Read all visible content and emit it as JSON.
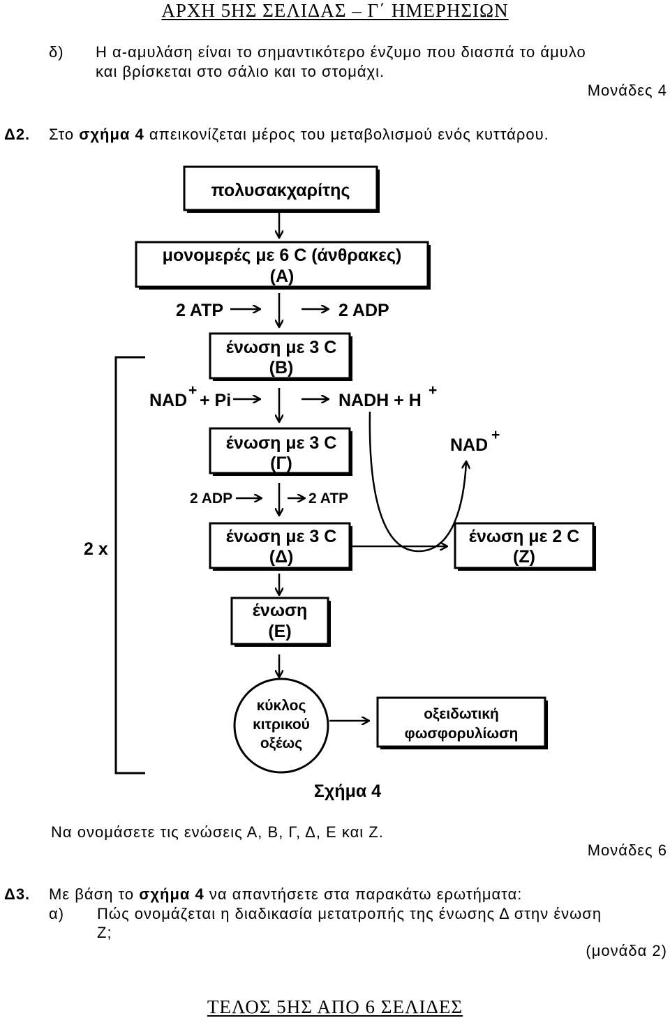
{
  "header": "ΑΡΧΗ 5ΗΣ ΣΕΛΙΔΑΣ – Γ΄ ΗΜΕΡΗΣΙΩΝ",
  "item_d": {
    "label": "δ)",
    "line1": "Η α-αμυλάση είναι το σημαντικότερο ένζυμο που διασπά το άμυλο",
    "line2": "και βρίσκεται στο σάλιο και το στομάχι."
  },
  "points1": "Μονάδες 4",
  "d2": {
    "label": "Δ2.",
    "text_before": "Στο",
    "text_bold": "σχήμα 4",
    "text_after": "απεικονίζεται μέρος του μεταβολισμού ενός κυττάρου."
  },
  "diagram": {
    "polysaccharide": "πολυσακχαρίτης",
    "monomer_line1": "μονομερές με 6 C (άνθρακες)",
    "monomer_line2": "(Α)",
    "atp_in": "2 ATP",
    "adp_out": "2 ADP",
    "b_line1": "ένωση με 3 C",
    "b_line2": "(Β)",
    "nad_in": "NAD",
    "nad_in_sup": "+",
    "pi": "+ Pi",
    "nadh_out": "NADH + H",
    "nadh_out_sup": "+",
    "g_line1": "ένωση με 3 C",
    "g_line2": "(Γ)",
    "nad_regen": "NAD",
    "nad_regen_sup": "+",
    "adp_in": "2 ADP",
    "atp_out": "2 ATP",
    "multiplier": "2 x",
    "d_line1": "ένωση με 3 C",
    "d_line2": "(Δ)",
    "z_line1": "ένωση με 2 C",
    "z_line2": "(Ζ)",
    "e_line1": "ένωση",
    "e_line2": "(Ε)",
    "cycle_line1": "κύκλος",
    "cycle_line2": "κιτρικού",
    "cycle_line3": "οξέως",
    "ox_line1": "οξειδωτική",
    "ox_line2": "φωσφορυλίωση",
    "caption": "Σχήμα 4"
  },
  "question_names": "Να ονομάσετε τις ενώσεις Α, Β, Γ, Δ, Ε και Ζ.",
  "points2": "Μονάδες 6",
  "d3": {
    "label": "Δ3.",
    "text_before": "Με βάση το",
    "text_bold": "σχήμα 4",
    "text_after": "να απαντήσετε στα παρακάτω ερωτήματα:"
  },
  "item_a": {
    "label": "α)",
    "line1": "Πώς ονομάζεται η διαδικασία μετατροπής της ένωσης Δ στην ένωση",
    "line2": "Ζ;"
  },
  "points3": "(μονάδα 2)",
  "footer": "ΤΕΛΟΣ 5ΗΣ ΑΠΟ 6 ΣΕΛΙΔΕΣ"
}
